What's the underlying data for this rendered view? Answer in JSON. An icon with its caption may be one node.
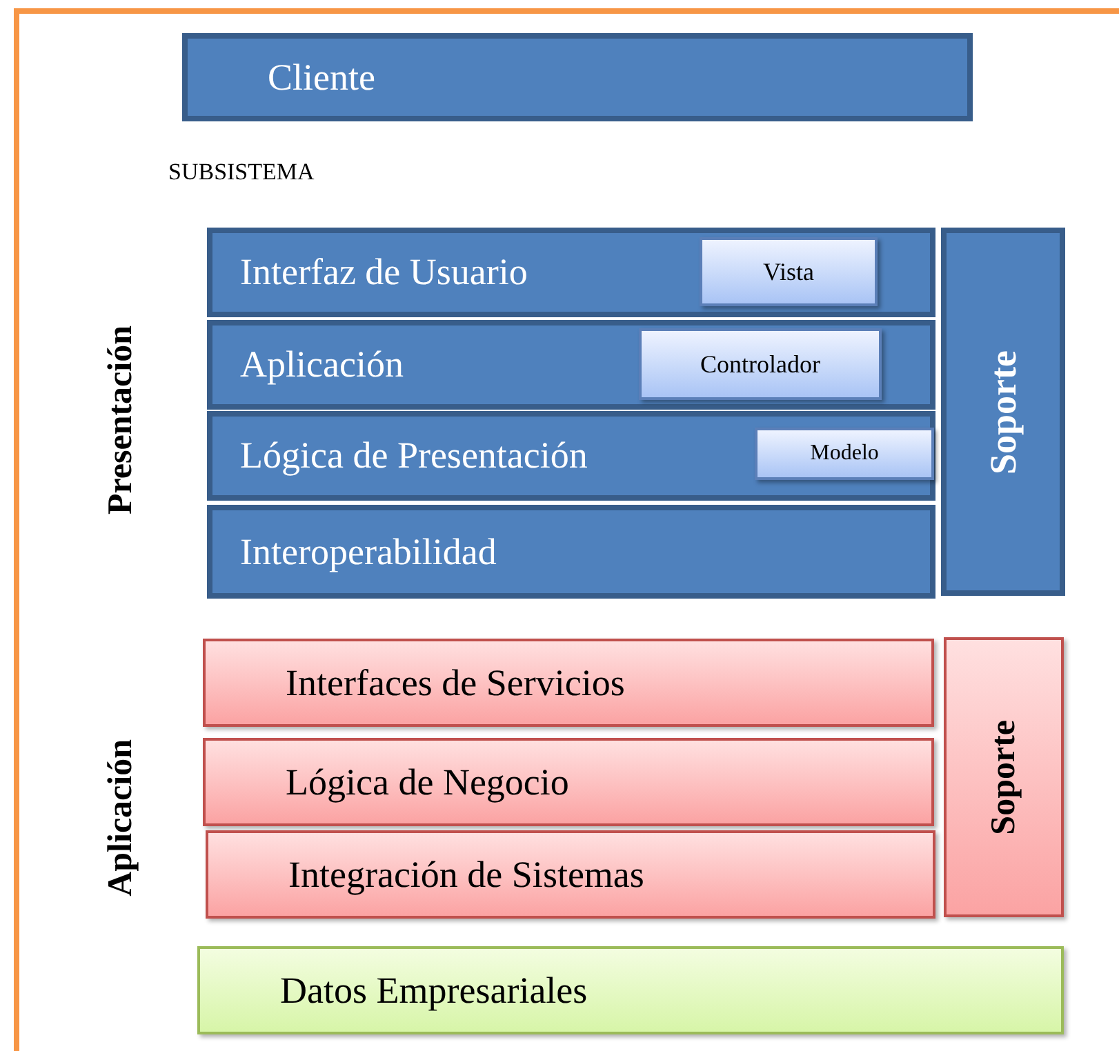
{
  "diagram": {
    "nodes": [
      {
        "text": [
          "Cliente"
        ]
      },
      {
        "text": [
          "Interfaz de Usuario"
        ]
      },
      {
        "text": [
          "Vista"
        ],
        "in": 1
      },
      {
        "text": [
          "Aplicación"
        ]
      },
      {
        "text": [
          "Controlador"
        ],
        "in": 3
      },
      {
        "text": [
          "Lógica de Presentación"
        ]
      },
      {
        "text": [
          "Modelo"
        ],
        "in": 5
      },
      {
        "text": [
          "Interoperabilidad"
        ]
      },
      {
        "text": [
          "Soporte"
        ]
      },
      {
        "text": [
          "Interfaces de Servicios"
        ]
      },
      {
        "text": [
          "Lógica de Negocio"
        ]
      },
      {
        "text": [
          "Integración de Sistemas"
        ]
      },
      {
        "text": [
          "Soporte"
        ]
      },
      {
        "text": [
          "Datos Empresariales"
        ]
      }
    ],
    "edges": [],
    "labels": [
      "SUBSISTEMA",
      "Presentación",
      "Aplicación"
    ]
  }
}
